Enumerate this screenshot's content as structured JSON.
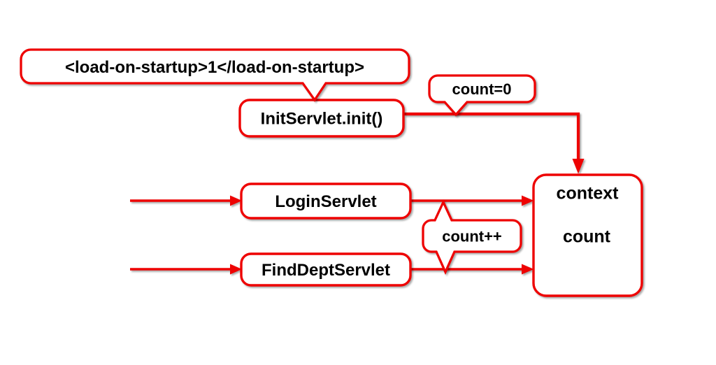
{
  "diagram": {
    "background_color": "#ffffff",
    "accent_color": "#ee0202",
    "text_color": "#000000",
    "callouts": {
      "load_on_startup": "<load-on-startup>1</load-on-startup>",
      "count_init": "count=0",
      "count_increment": "count++"
    },
    "nodes": {
      "init_servlet": "InitServlet.init()",
      "login_servlet": "LoginServlet",
      "find_dept_servlet": "FindDeptServlet",
      "context_line1": "context",
      "context_line2": "count"
    }
  }
}
